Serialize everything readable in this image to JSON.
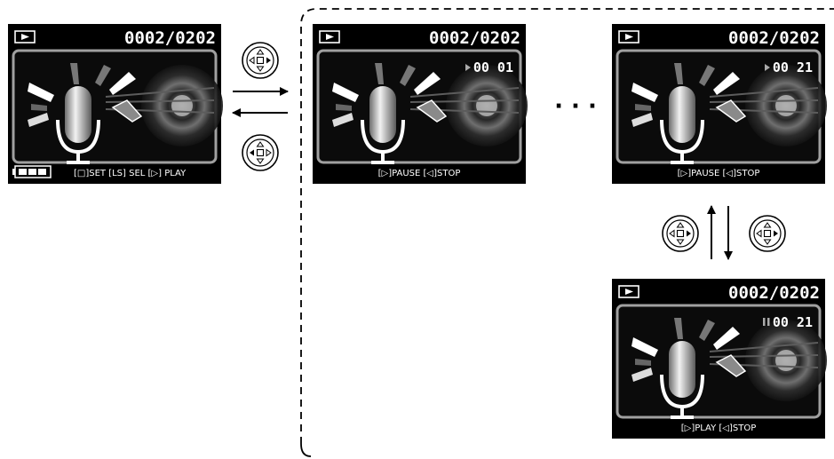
{
  "screens": {
    "s1": {
      "counter": "0002/0202",
      "time": "",
      "play_icon": "none",
      "footer": "[□]SET [LS] SEL [▷] PLAY",
      "battery": true
    },
    "s2": {
      "counter": "0002/0202",
      "time": "00 01",
      "play_icon": "play",
      "footer": "[▷]PAUSE [◁]STOP",
      "battery": false
    },
    "s3": {
      "counter": "0002/0202",
      "time": "00 21",
      "play_icon": "play",
      "footer": "[▷]PAUSE [◁]STOP",
      "battery": false
    },
    "s4": {
      "counter": "0002/0202",
      "time": "00 21",
      "play_icon": "pause",
      "footer": "[▷]PLAY  [◁]STOP",
      "battery": false
    }
  },
  "ellipsis": "·  ·  ·",
  "dpad": {
    "d1": "right-pressed",
    "d2": "left-pressed",
    "d3": "right-pressed",
    "d4": "right-pressed"
  },
  "colors": {
    "screen_bg": "#000000",
    "frame": "#9a9a9a",
    "text": "#ffffff",
    "arrow": "#000000"
  }
}
